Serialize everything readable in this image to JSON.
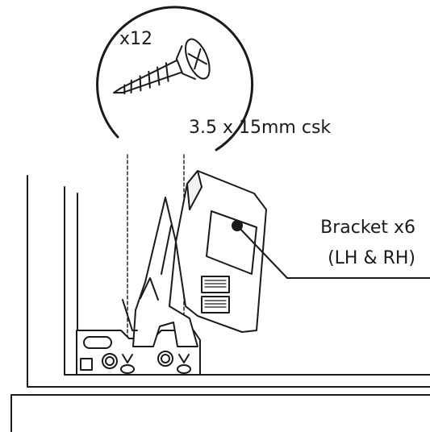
{
  "screw_callout": {
    "quantity_label": "x12",
    "size_label": "3.5 x 15mm csk"
  },
  "bracket_callout": {
    "line1": "Bracket x6",
    "line2": "(LH & RH)"
  },
  "colors": {
    "ink": "#1a1a1a",
    "fill_light": "#f2f2f2",
    "fill_dark": "#2b2b2b",
    "background": "#ffffff"
  }
}
